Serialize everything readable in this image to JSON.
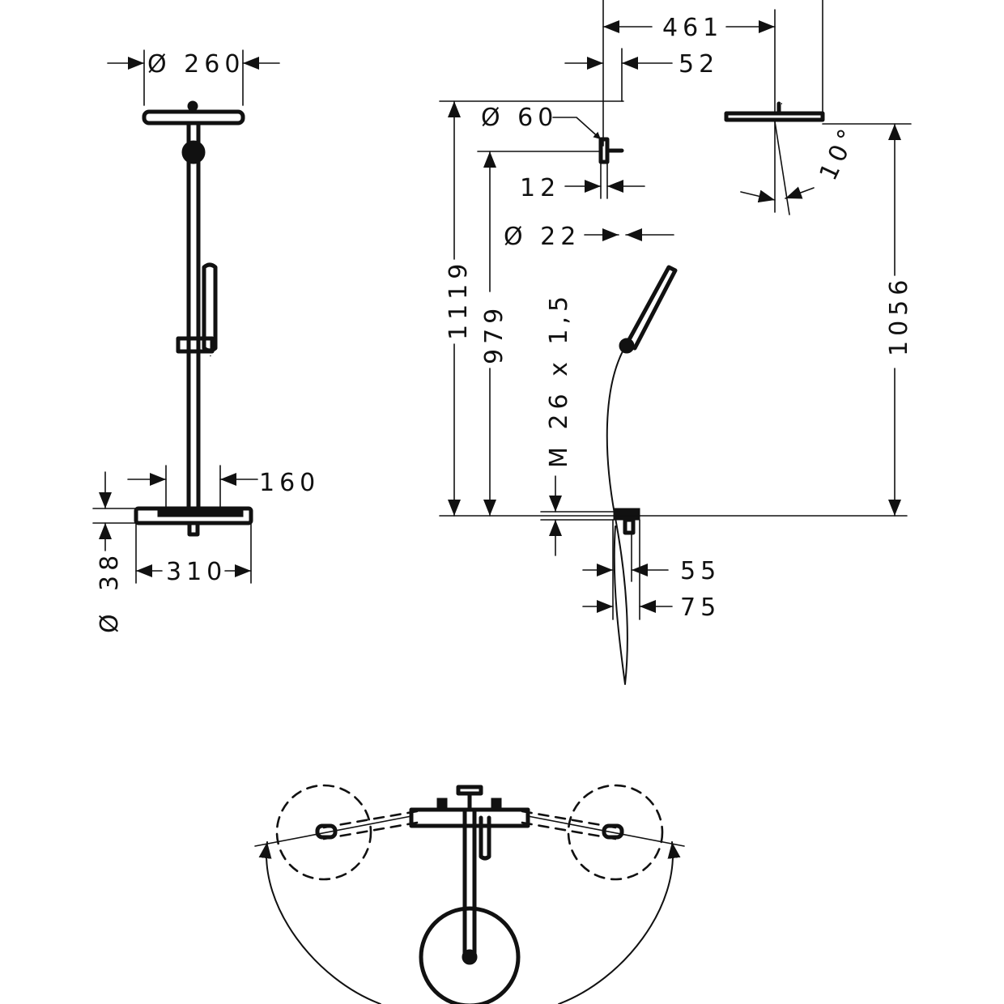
{
  "diagram": {
    "stroke_color": "#111111",
    "background": "#ffffff"
  },
  "front_view": {
    "head_diameter": "Ø 260",
    "hose_offset": "160",
    "thermostat_height": "38",
    "diameter_symbol": "Ø",
    "thermostat_width": "310"
  },
  "side_view": {
    "arm_projection": "461",
    "pipe_offset": "52",
    "flange_diameter": "Ø 60",
    "flange_depth": "12",
    "pipe_diameter": "Ø 22",
    "overall_height": "1119",
    "bracket_height": "979",
    "thread": "M 26 x 1,5",
    "head_height": "1056",
    "head_tilt": "10°",
    "connection_depth_1": "55",
    "connection_depth_2": "75"
  }
}
